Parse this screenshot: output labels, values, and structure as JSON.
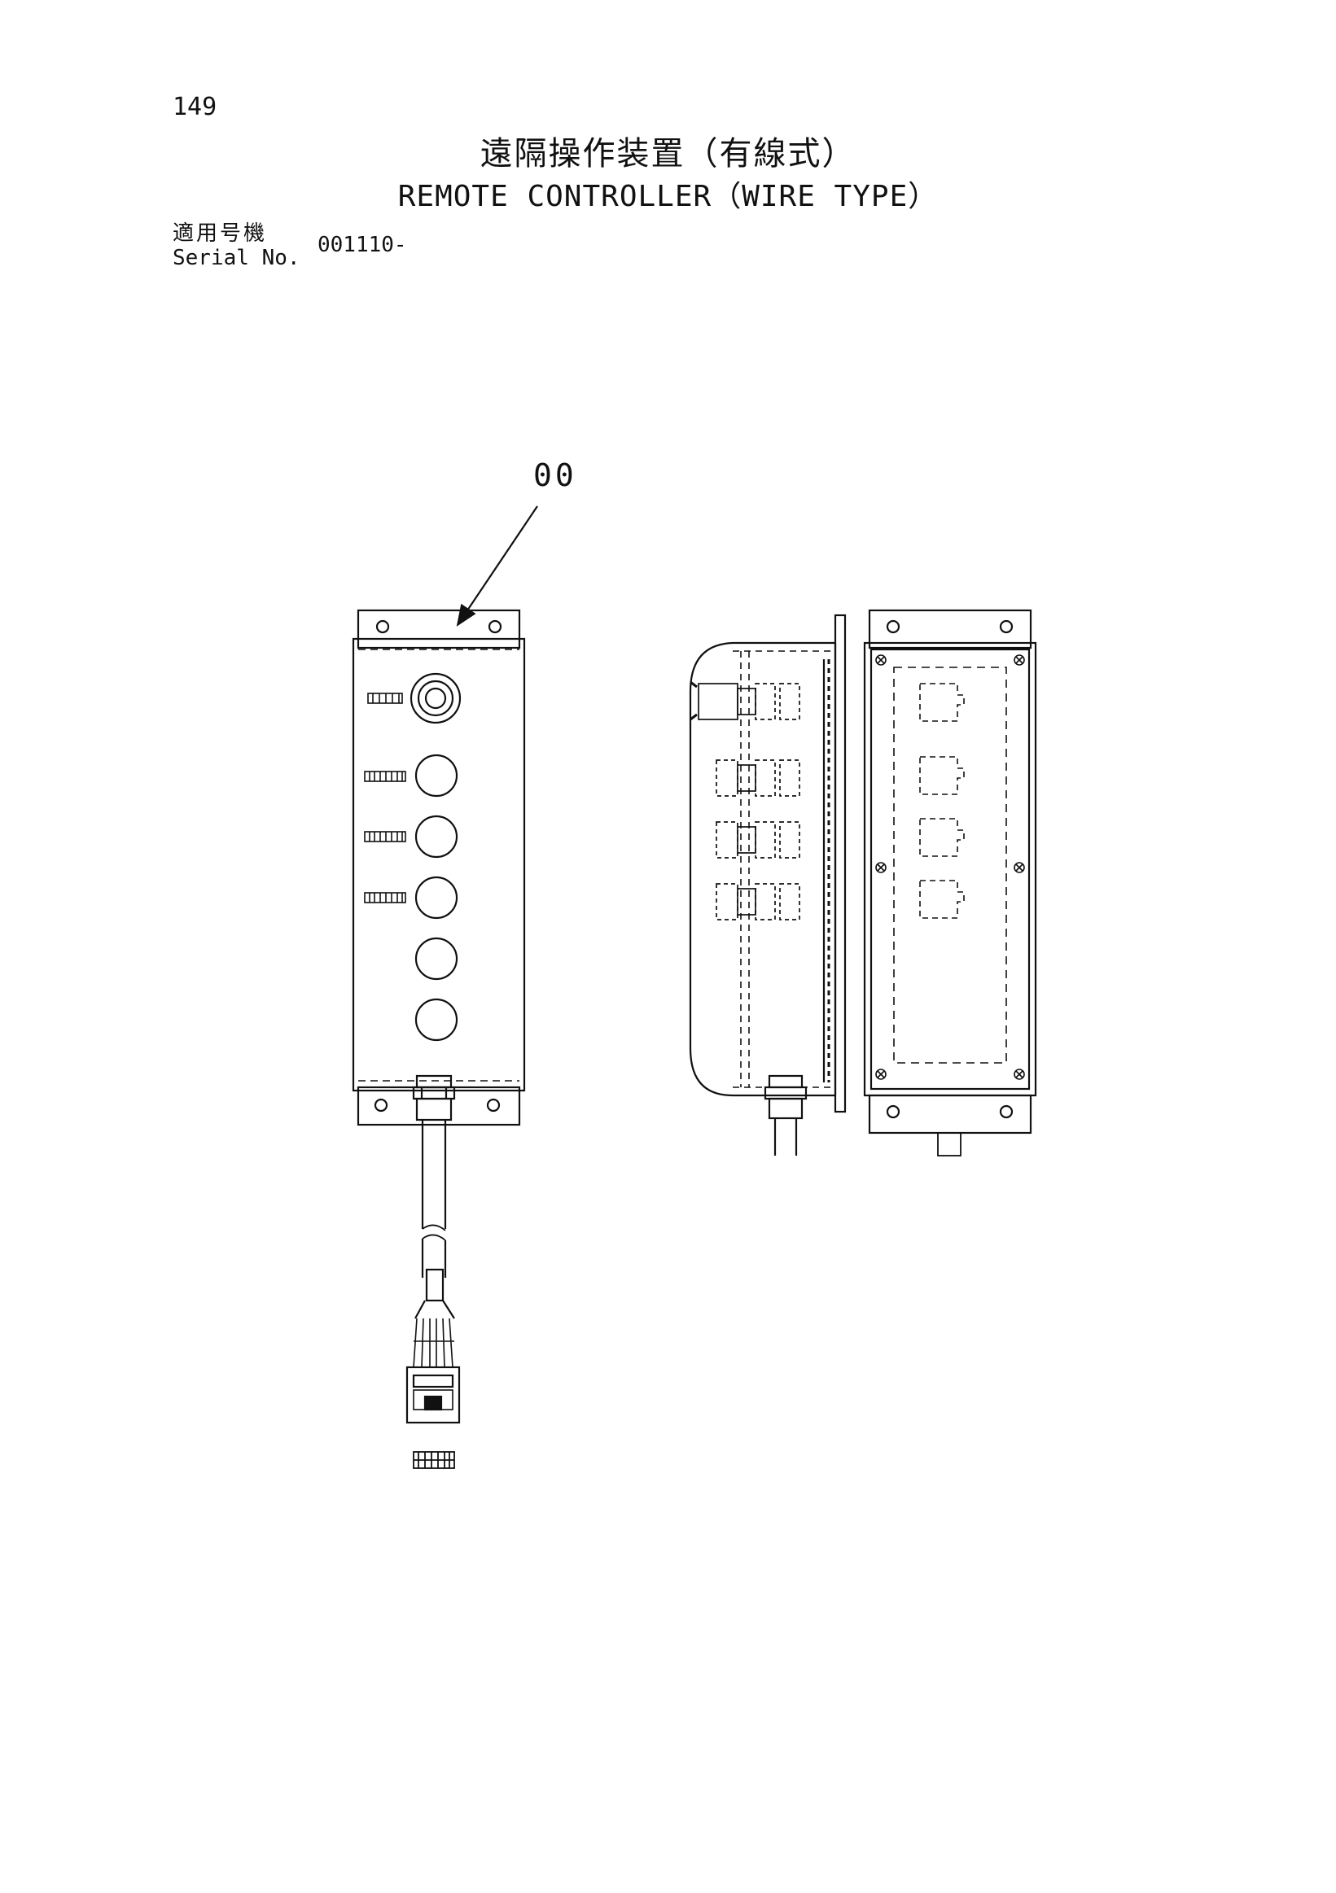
{
  "header": {
    "page_number": "149",
    "title_jp": "遠隔操作装置（有線式）",
    "title_en": "REMOTE CONTROLLER（WIRE TYPE）",
    "serial_label_jp": "適用号機",
    "serial_label_en": "Serial No.",
    "serial_value": "001110-"
  },
  "diagram": {
    "callout_number": "00",
    "line_color": "#111111"
  }
}
